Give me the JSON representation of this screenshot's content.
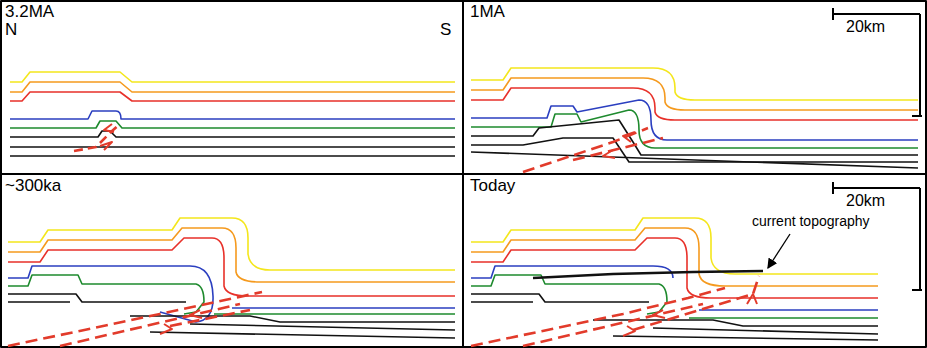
{
  "diagram": {
    "labels": [
      "3.2MA",
      "N",
      "S",
      "1MA",
      "20km",
      "~300ka",
      "Today",
      "20km",
      "current topography"
    ]
  }
}
